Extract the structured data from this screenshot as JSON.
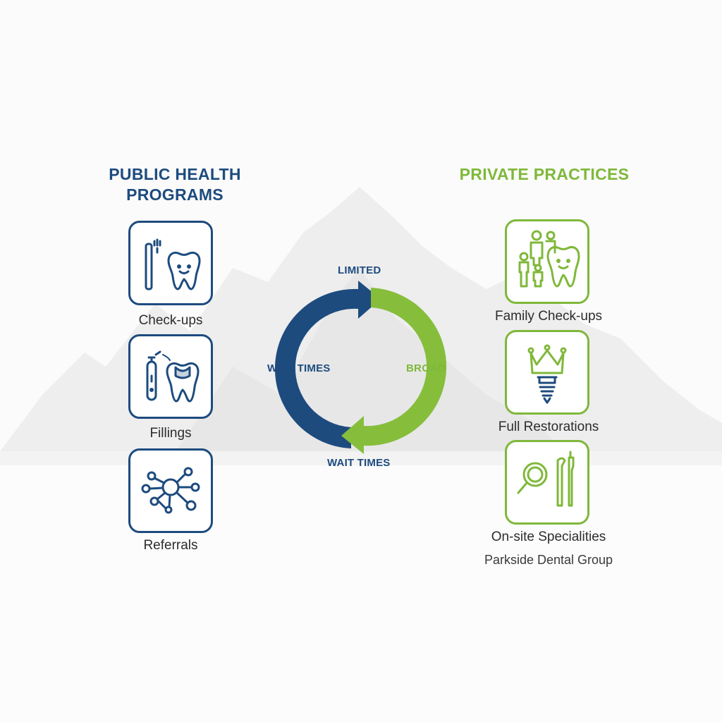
{
  "colors": {
    "public_blue": "#1d4b7e",
    "private_green": "#7fb83a",
    "text_dark": "#2c2c2c"
  },
  "left_panel": {
    "heading_line1": "PUBLIC HEALTH",
    "heading_line2": "PROGRAMS",
    "items": [
      {
        "icon": "toothbrush-tooth-icon",
        "label": "Check-ups"
      },
      {
        "icon": "dental-drill-filling-icon",
        "label": "Fillings"
      },
      {
        "icon": "network-nodes-icon",
        "label": "Referrals"
      }
    ]
  },
  "right_panel": {
    "heading": "PRIVATE PRACTICES",
    "items": [
      {
        "icon": "family-tooth-icon",
        "label": "Family Check-ups"
      },
      {
        "icon": "crown-implant-icon",
        "label": "Full Restorations"
      },
      {
        "icon": "magnifier-dental-tools-icon",
        "label": "On-site Specialities"
      }
    ],
    "footer": "Parkside Dental Group"
  },
  "cycle": {
    "top_label": "LIMITED",
    "left_label": "WAIT TIMES",
    "right_label": "BROAD",
    "bottom_label": "WAIT TIMES"
  }
}
